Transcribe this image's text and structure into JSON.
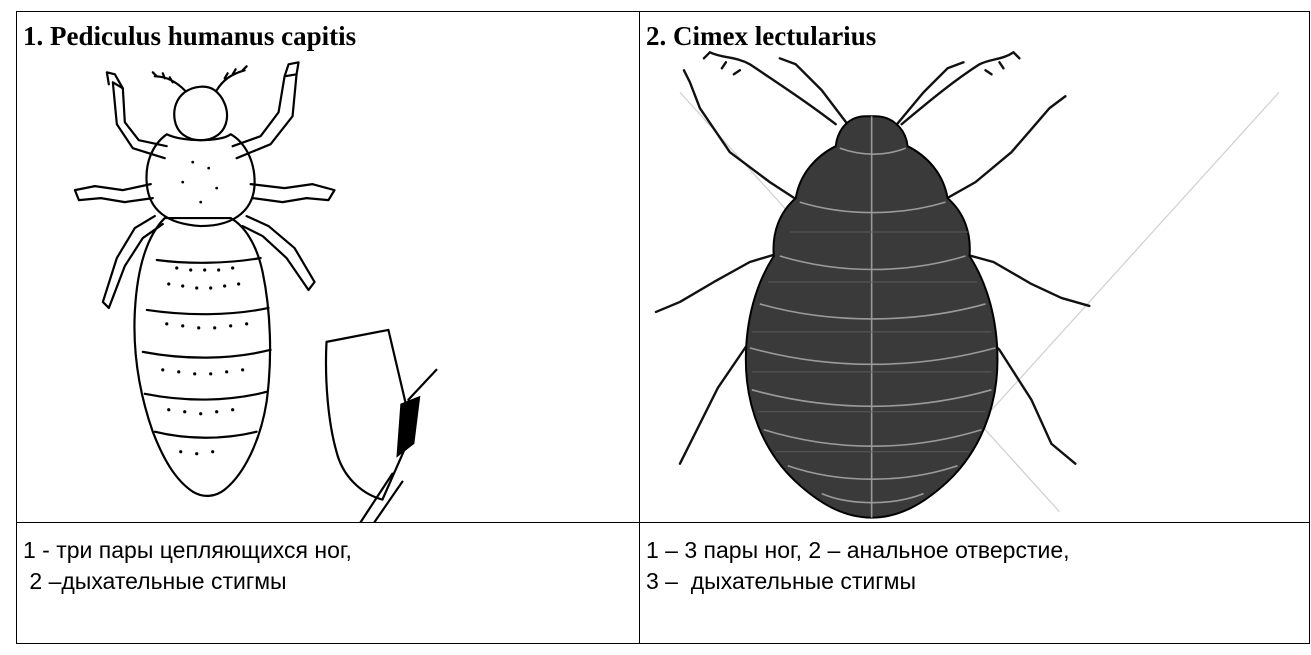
{
  "table": {
    "cells": [
      {
        "title": "1. Pediculus humanus capitis",
        "figure_icon": "head-louse-illustration",
        "caption_lines": [
          "1 - три пары цепляющихся ног,",
          " 2 –дыхательные стигмы"
        ]
      },
      {
        "title": "2. Cimex lectularius",
        "figure_icon": "bed-bug-illustration",
        "caption_lines": [
          "1 – 3 пары ног, 2 – анальное отверстие,",
          "3 –  дыхательные стигмы"
        ]
      }
    ]
  }
}
